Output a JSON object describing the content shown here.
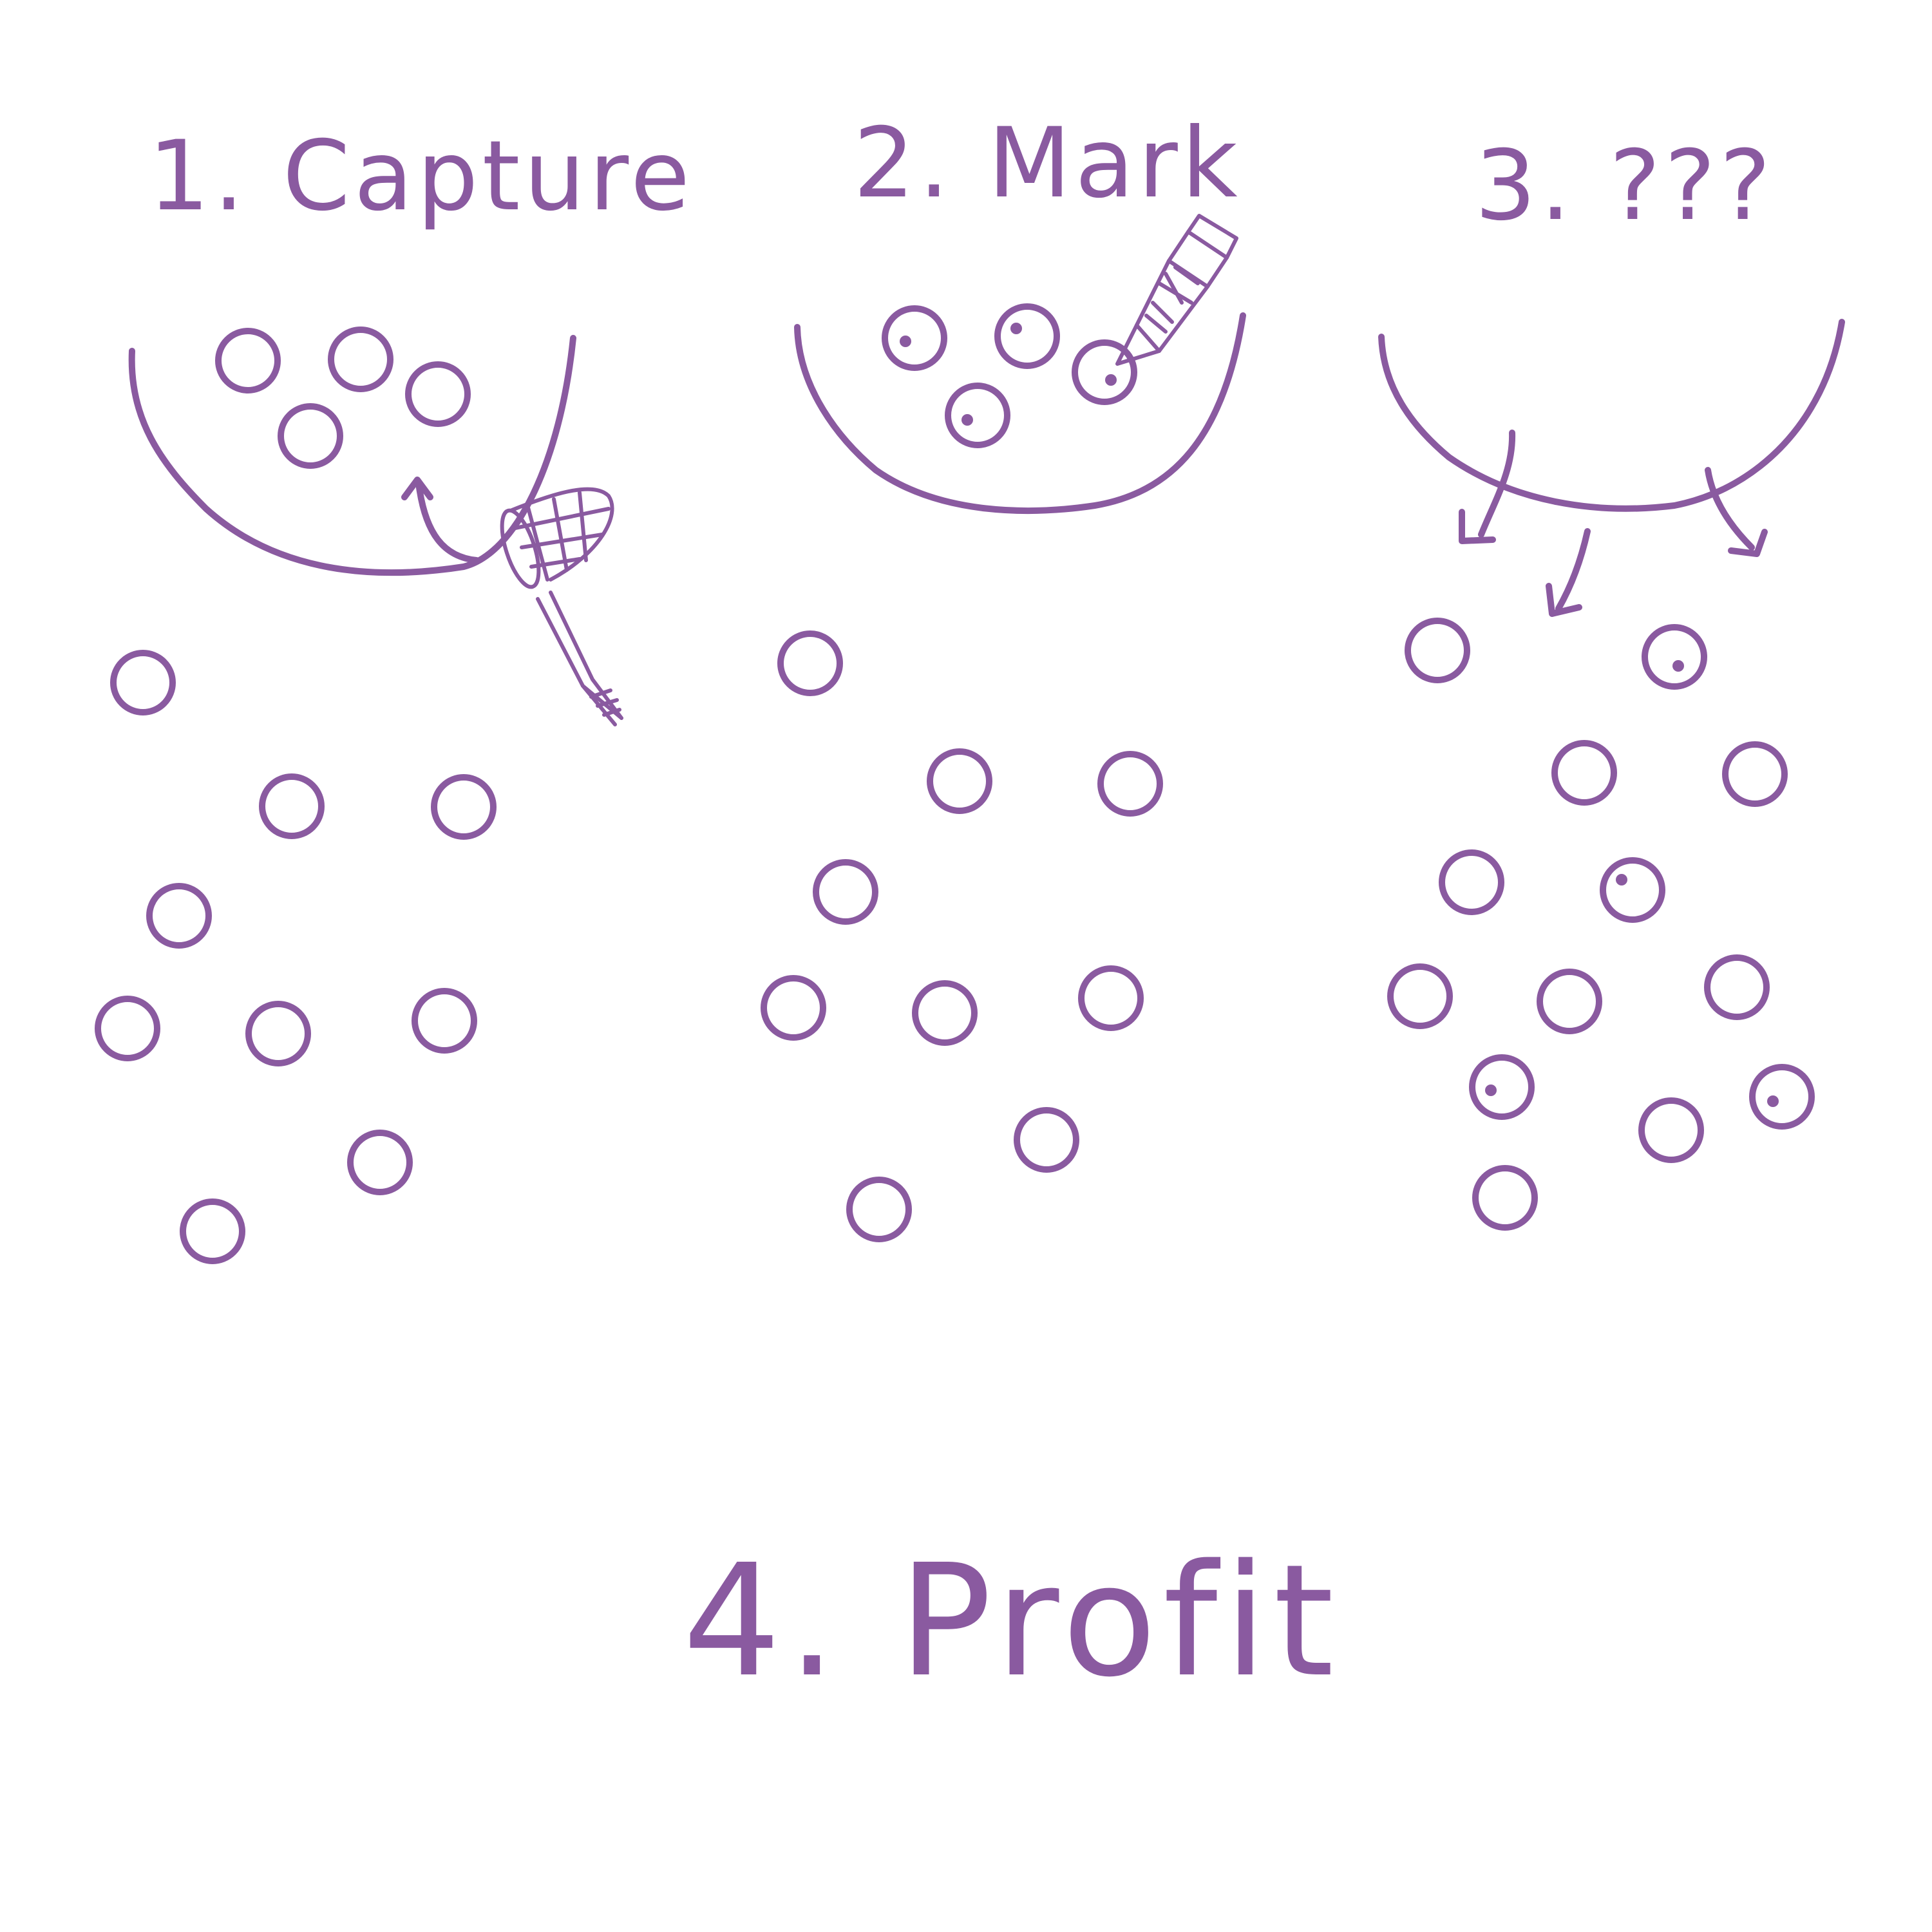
{
  "steps": [
    {
      "label": "1. Capture"
    },
    {
      "label": "2. Mark"
    },
    {
      "label": "3. ???"
    }
  ],
  "final": {
    "label": "4. Profit"
  },
  "colors": {
    "ink": "#8a5aa0",
    "background": "#ffffff"
  },
  "icons": [
    "butterfly-net-icon",
    "marker-pen-icon",
    "arrow-icon"
  ]
}
